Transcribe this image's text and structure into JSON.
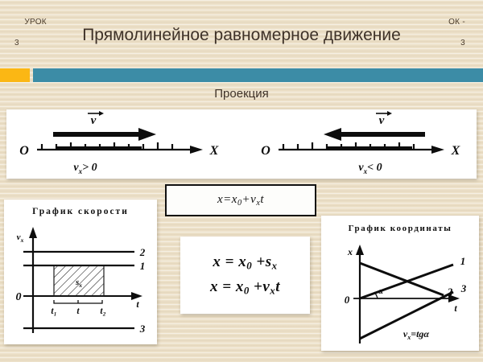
{
  "slide": {
    "header_left_label": "УРОК",
    "header_left_number": "3",
    "header_right_label": "ОК -",
    "header_right_number": "3",
    "title": "Прямолинейное равномерное движение",
    "subtitle": "Проекция",
    "colors": {
      "background": "#ece0c8",
      "accent_orange": "#fbb714",
      "accent_teal": "#3c8ca6",
      "title_text": "#3f3228",
      "ink": "#0d0d0d",
      "panel": "#ffffff"
    }
  },
  "vectors_panel": {
    "left_diagram": {
      "origin_label": "O",
      "axis_label": "X",
      "vector_label": "v",
      "condition_label": "v",
      "condition_sub": "x",
      "condition_rest": "> 0",
      "direction": "right"
    },
    "right_diagram": {
      "origin_label": "O",
      "axis_label": "X",
      "vector_label": "v",
      "condition_label": "v",
      "condition_sub": "x",
      "condition_rest": "< 0",
      "direction": "left"
    }
  },
  "equation_box": {
    "lhs": "x",
    "eq": "=",
    "x0": "x",
    "x0_sub": "0",
    "plus": "+",
    "v": "v",
    "v_sub": "x",
    "t": "t",
    "full_text": "x = x0 + vx t"
  },
  "speed_graph": {
    "title": "График скорости",
    "y_axis_label": "v",
    "y_axis_sub": "x",
    "x_axis_label": "t",
    "origin_label": "0",
    "area_label": "s",
    "area_sub": "x",
    "tick_labels": [
      "t₁",
      "t",
      "t₂"
    ],
    "line_labels": [
      "2",
      "1",
      "3"
    ]
  },
  "formula_panel": {
    "line1": {
      "lhs": "x",
      "eq": "=",
      "x0": "x",
      "x0_sub": "0",
      "plus": "+",
      "term": "s",
      "term_sub": "x",
      "full_text": "x = x0 + sx"
    },
    "line2": {
      "lhs": "x",
      "eq": "=",
      "x0": "x",
      "x0_sub": "0",
      "plus": "+",
      "term": "v",
      "term_sub": "x",
      "t": "t",
      "full_text": "x = x0 + vx t"
    }
  },
  "coord_graph": {
    "title": "График   координаты",
    "y_axis_label": "x",
    "x_axis_label": "t",
    "origin_label": "0",
    "angle_label": "α",
    "line_labels": [
      "1",
      "2",
      "3"
    ],
    "formula": "v",
    "formula_sub": "x",
    "formula_rest": "=tgα",
    "formula_full": "vx = tg α"
  }
}
